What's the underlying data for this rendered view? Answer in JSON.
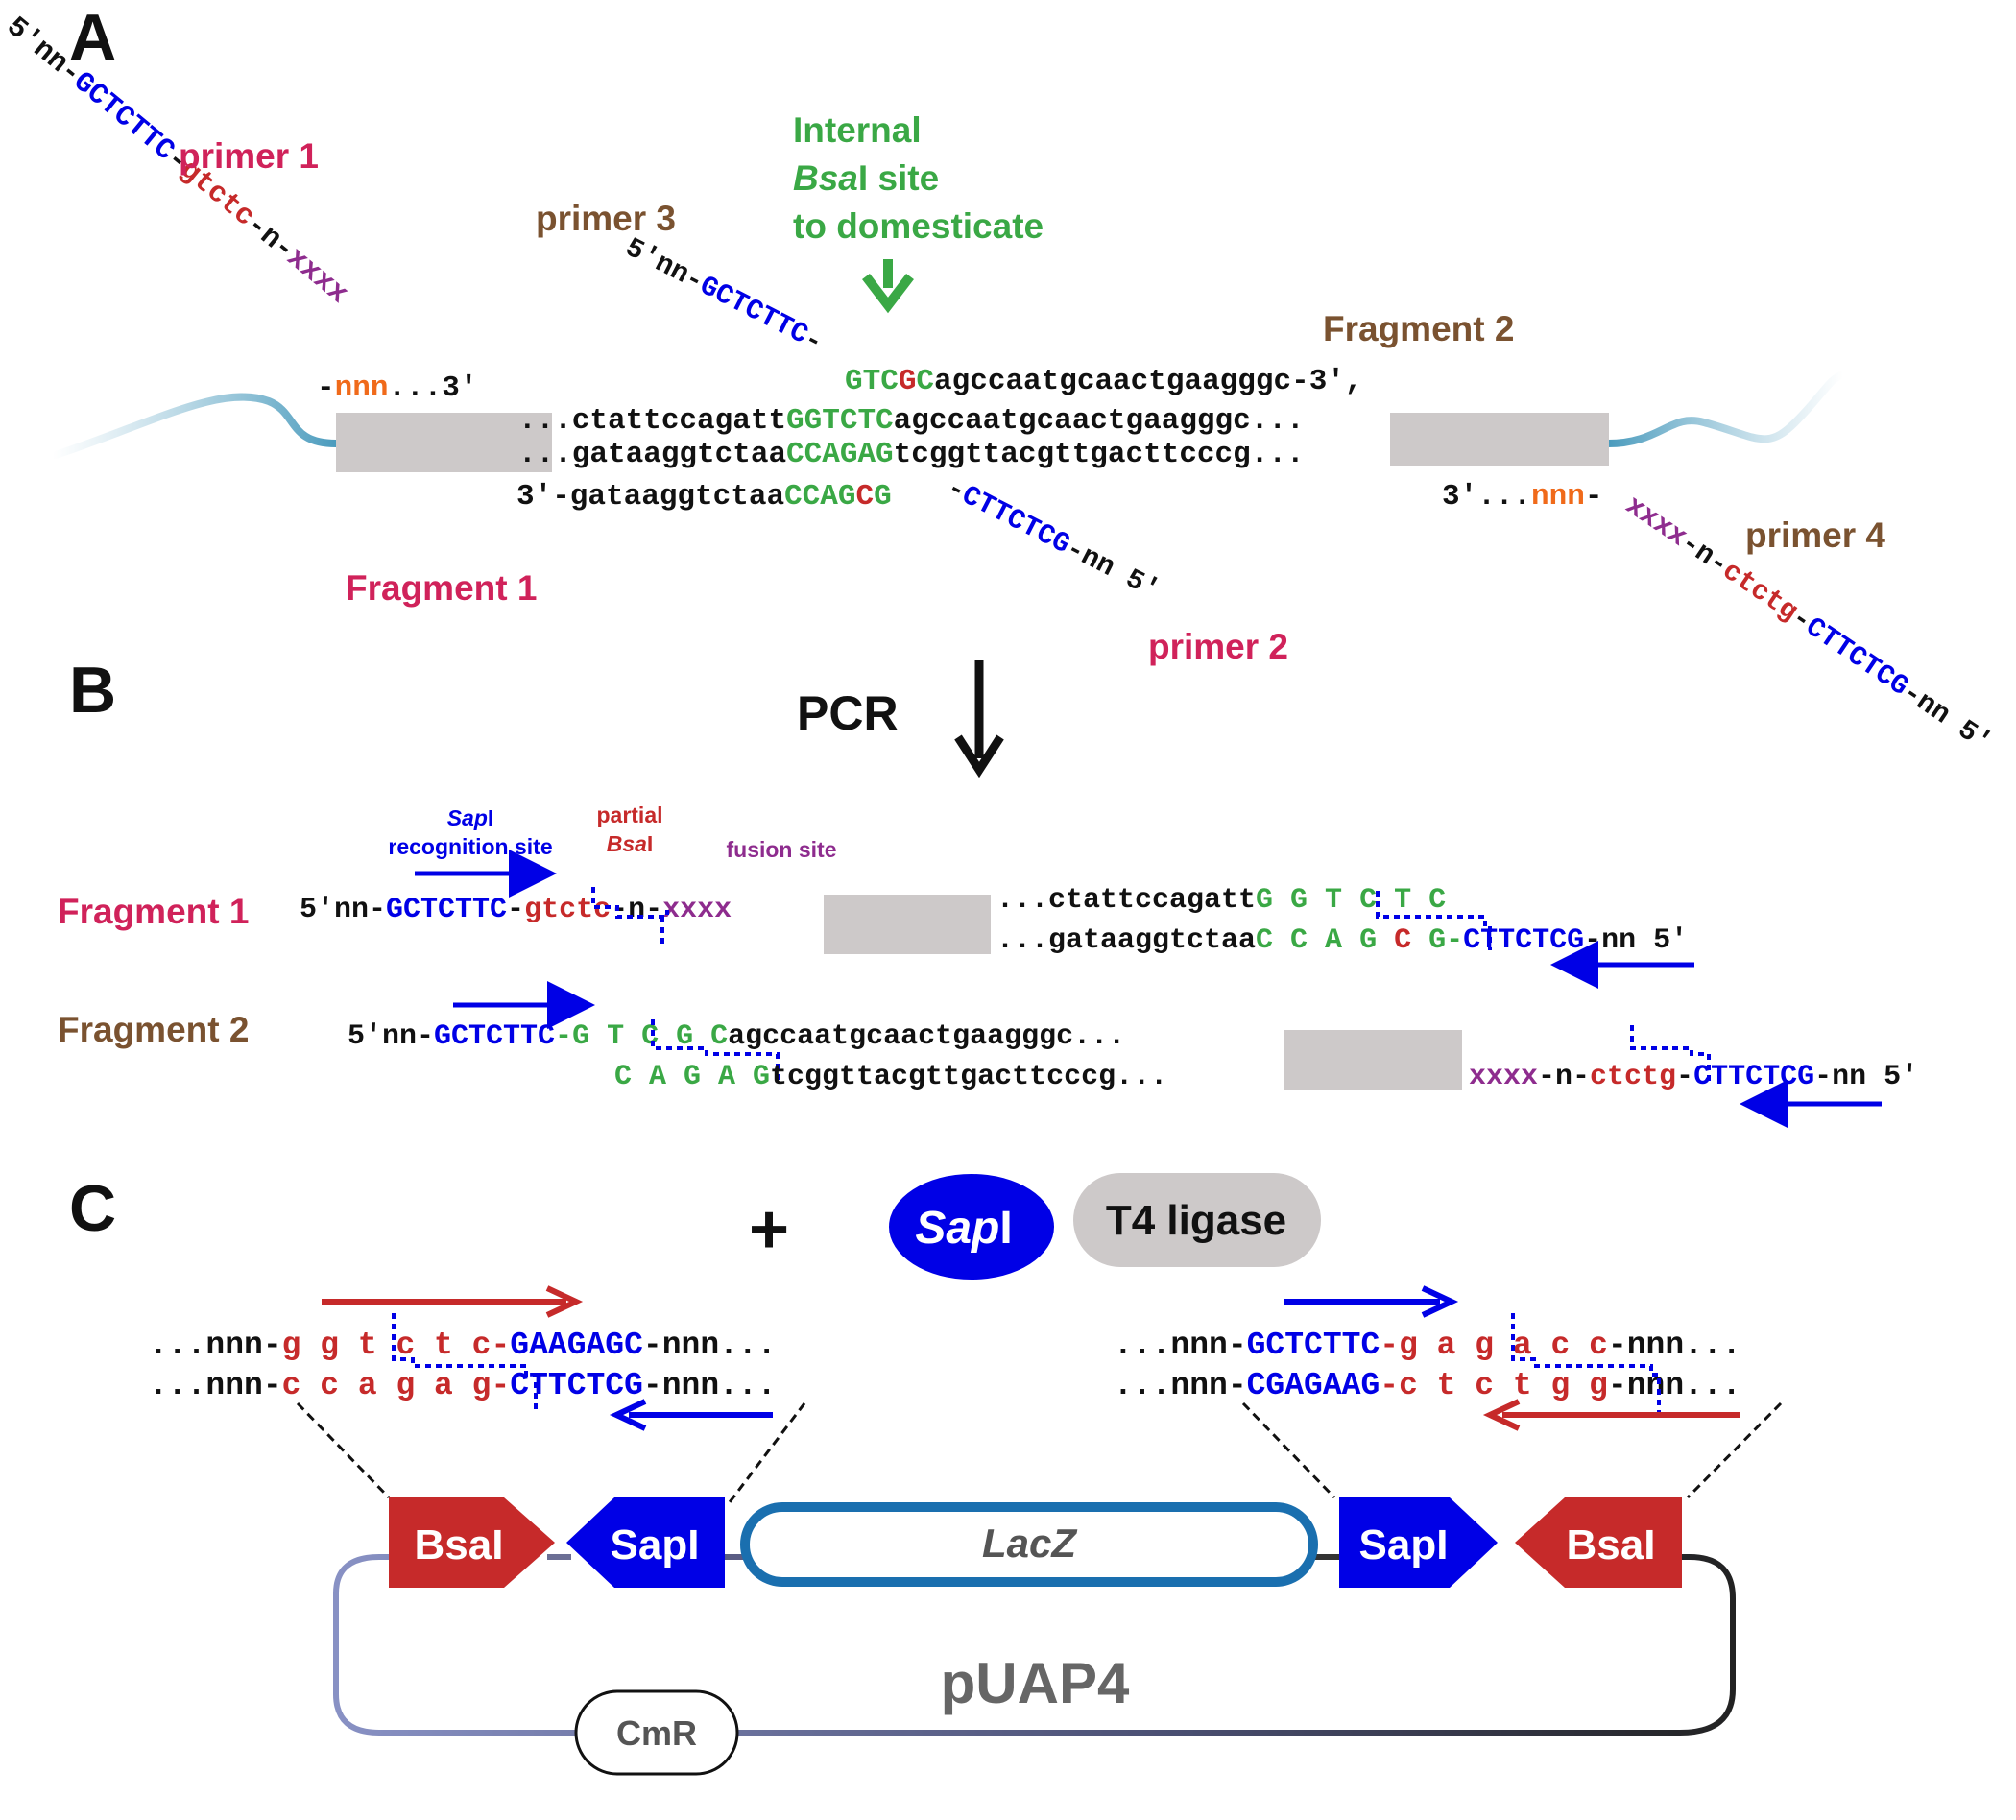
{
  "colors": {
    "black": "#111111",
    "blue": "#0000e6",
    "red": "#c62a2a",
    "green": "#3aa845",
    "purple": "#8e2c8e",
    "orange": "#f06a1a",
    "magenta": "#d0225a",
    "brown": "#7a5230",
    "grey": "#cdc9c9",
    "blueviolet": "#2a1fd0"
  },
  "panel_a": {
    "label": "A",
    "primer1": {
      "label": "primer 1",
      "prefix": "5′nn-",
      "sapi": "GCTCTTC",
      "dash1": "-",
      "bsai": "gtctc",
      "dash2": "-n-",
      "fusion": "xxxx",
      "dash3": "-",
      "nnn": "nnn",
      "tail": "...3′"
    },
    "primer3": {
      "label": "primer 3",
      "prefix": "5′nn-",
      "sapi": "GCTCTTC",
      "dash": "-",
      "g1": "GTC",
      "g2": "G",
      "g3": "C",
      "seq": "agccaatgcaactgaagggc-3′,"
    },
    "internal_site": {
      "line1": "Internal",
      "line2_italic": "Bsa",
      "line2_rest": "I site",
      "line3": "to domesticate"
    },
    "top_strand": {
      "dots": "...ctattccagatt",
      "site": "GGTCTC",
      "seq": "agccaatgcaactgaagggc..."
    },
    "bottom_strand": {
      "dots": "...gataaggtctaa",
      "site": "CCAGAG",
      "seq": "tcggttacgttgacttcccg..."
    },
    "primer2": {
      "label": "primer 2",
      "prefix": "3′-gataaggtctaa",
      "g1": "CCAG",
      "g2": "C",
      "g3": "G",
      "dash": "-",
      "sapi": "CTTCTCG",
      "suffix": "-nn 5′"
    },
    "fragment1_label": "Fragment 1",
    "fragment2_label": "Fragment 2",
    "primer4": {
      "label": "primer 4",
      "prefix": "3′...",
      "nnn": "nnn",
      "dash1": "-",
      "fusion": "xxxx",
      "dash2": "-n-",
      "bsai": "ctctg",
      "dash3": "-",
      "sapi": "CTTCTCG",
      "suffix": "-nn 5′"
    }
  },
  "panel_b": {
    "label": "B",
    "pcr_label": "PCR",
    "sapi_label_italic": "Sap",
    "sapi_label_rest": "I",
    "sapi_label_line2": "recognition site",
    "partial_label_line1": "partial",
    "partial_label_italic": "Bsa",
    "partial_label_rest": "I",
    "fusion_label": "fusion site",
    "frag1": {
      "label": "Fragment 1",
      "top_prefix": "5′nn-",
      "top_sapi": "GCTCTTC",
      "top_dash": "-",
      "top_bsai": "gtctc",
      "top_dash2": "-n-",
      "top_fusion": "xxxx",
      "top_dots": "...ctattccagatt",
      "top_site": "G G T C T C",
      "bot_dots": "...gataaggtctaa",
      "bot_site1": "C C A G ",
      "bot_site2": "C",
      "bot_dash": " G-",
      "bot_sapi": "CTTCTCG",
      "bot_suffix": "-nn 5′"
    },
    "frag2": {
      "label": "Fragment 2",
      "top_prefix": "5′nn-",
      "top_sapi": "GCTCTTC",
      "top_dash": "-",
      "top_site": "G T C G C",
      "top_seq": "agccaatgcaactgaagggc...",
      "bot_site": "C A G A G",
      "bot_seq": "tcggttacgttgacttcccg...",
      "bot_fusion": "xxxx",
      "bot_dash1": "-n-",
      "bot_bsai": "ctctg",
      "bot_dash2": "-",
      "bot_sapi": "CTTCTCG",
      "bot_suffix": "-nn 5′"
    }
  },
  "panel_c": {
    "label": "C",
    "plus": "+",
    "sapi_enzyme_italic": "Sap",
    "sapi_enzyme_rest": "I",
    "t4_ligase": "T4 ligase",
    "left_top": {
      "prefix": "...nnn-",
      "site": "g g t c t c",
      "dash": "-",
      "sapi": "GAAGAGC",
      "suffix": "-nnn..."
    },
    "left_bottom": {
      "prefix": "...nnn-",
      "site": "c c a g a g",
      "dash": "-",
      "sapi": "CTTCTCG",
      "suffix": "-nnn..."
    },
    "right_top": {
      "prefix": "...nnn-",
      "sapi": "GCTCTTC",
      "dash": "-",
      "site": "g a g a c c",
      "suffix": "-nnn..."
    },
    "right_bottom": {
      "prefix": "...nnn-",
      "sapi": "CGAGAAG",
      "dash": "-",
      "site": "c t c t g g",
      "suffix": "-nnn..."
    },
    "bsai_left": "BsaI",
    "sapi_left": "SapI",
    "lacz": "LacZ",
    "sapi_right": "SapI",
    "bsai_right": "BsaI",
    "plasmid": "pUAP4",
    "cmr": "CmR"
  }
}
